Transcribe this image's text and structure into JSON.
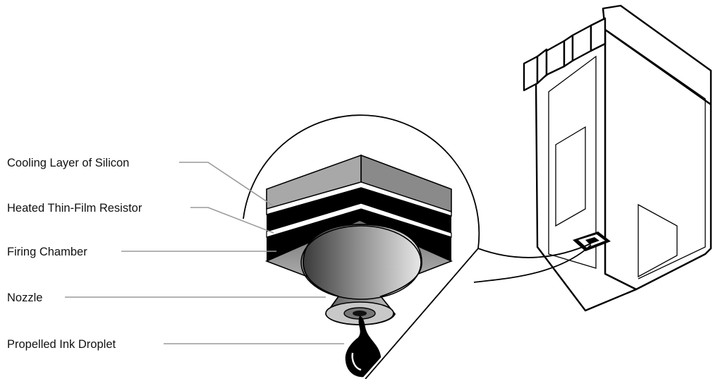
{
  "labels": {
    "cooling_layer": "Cooling Layer of Silicon",
    "resistor": "Heated Thin-Film Resistor",
    "firing_chamber": "Firing Chamber",
    "nozzle": "Nozzle",
    "ink_droplet": "Propelled Ink Droplet"
  },
  "colors": {
    "silicon": "#9e9e9e",
    "silicon_dark": "#7a7a7a",
    "resistor": "#000000",
    "leader": "#9a9a9a"
  }
}
